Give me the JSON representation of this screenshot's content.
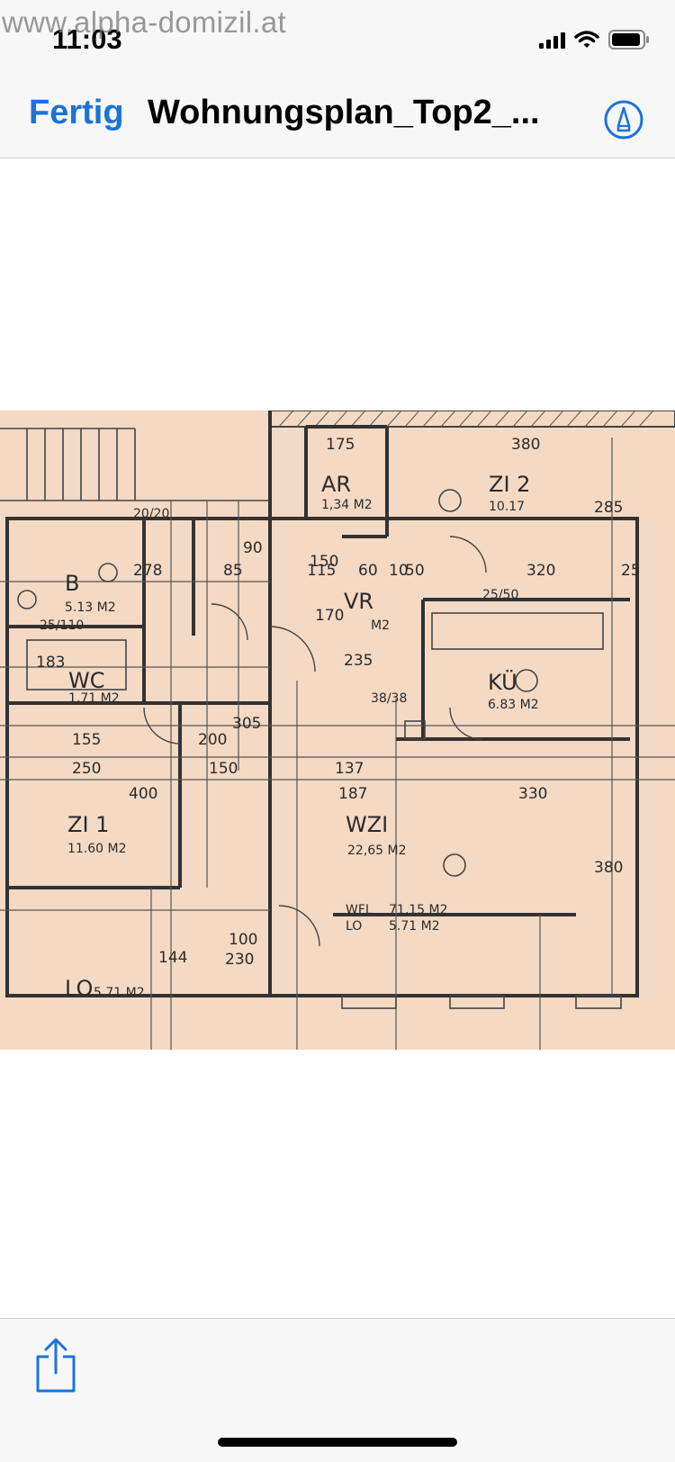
{
  "status_bar": {
    "time": "11:03",
    "watermark": "www.alpha-domizil.at",
    "icons": [
      "signal-icon",
      "wifi-icon",
      "battery-icon"
    ]
  },
  "nav_bar": {
    "done_label": "Fertig",
    "title": "Wohnungsplan_Top2_...",
    "markup_icon": "markup-pen-icon",
    "accent_color": "#1a73d9"
  },
  "document": {
    "rooms": [
      {
        "id": "zi2",
        "label": "ZI 2",
        "area": "10.17"
      },
      {
        "id": "ar",
        "label": "AR",
        "area": "1,34 M2"
      },
      {
        "id": "b",
        "label": "B",
        "area": "5.13 M2"
      },
      {
        "id": "vr",
        "label": "VR",
        "area": "M2"
      },
      {
        "id": "wc",
        "label": "WC",
        "area": "1,71 M2"
      },
      {
        "id": "ku",
        "label": "KÜ",
        "area": "6.83 M2"
      },
      {
        "id": "zi1",
        "label": "ZI 1",
        "area": "11.60 M2"
      },
      {
        "id": "wzi",
        "label": "WZI",
        "area": "22,65 M2"
      },
      {
        "id": "lo",
        "label": "LO",
        "area": "5.71 M2"
      }
    ],
    "summary": {
      "wfl_label": "WFL",
      "wfl_value": "71,15 M2",
      "lo_label": "LO",
      "lo_value": "5.71 M2"
    },
    "dimensions": [
      "380",
      "175",
      "285",
      "320",
      "25",
      "150",
      "115",
      "60",
      "10",
      "50",
      "278",
      "85",
      "90",
      "170",
      "235",
      "183",
      "155",
      "250",
      "200",
      "150",
      "305",
      "137",
      "187",
      "330",
      "400",
      "380",
      "100",
      "230",
      "144",
      "25/50",
      "38/38",
      "25/110",
      "20/20"
    ],
    "background_color": "#f4d9c4"
  },
  "toolbar": {
    "share_icon": "share-icon"
  }
}
